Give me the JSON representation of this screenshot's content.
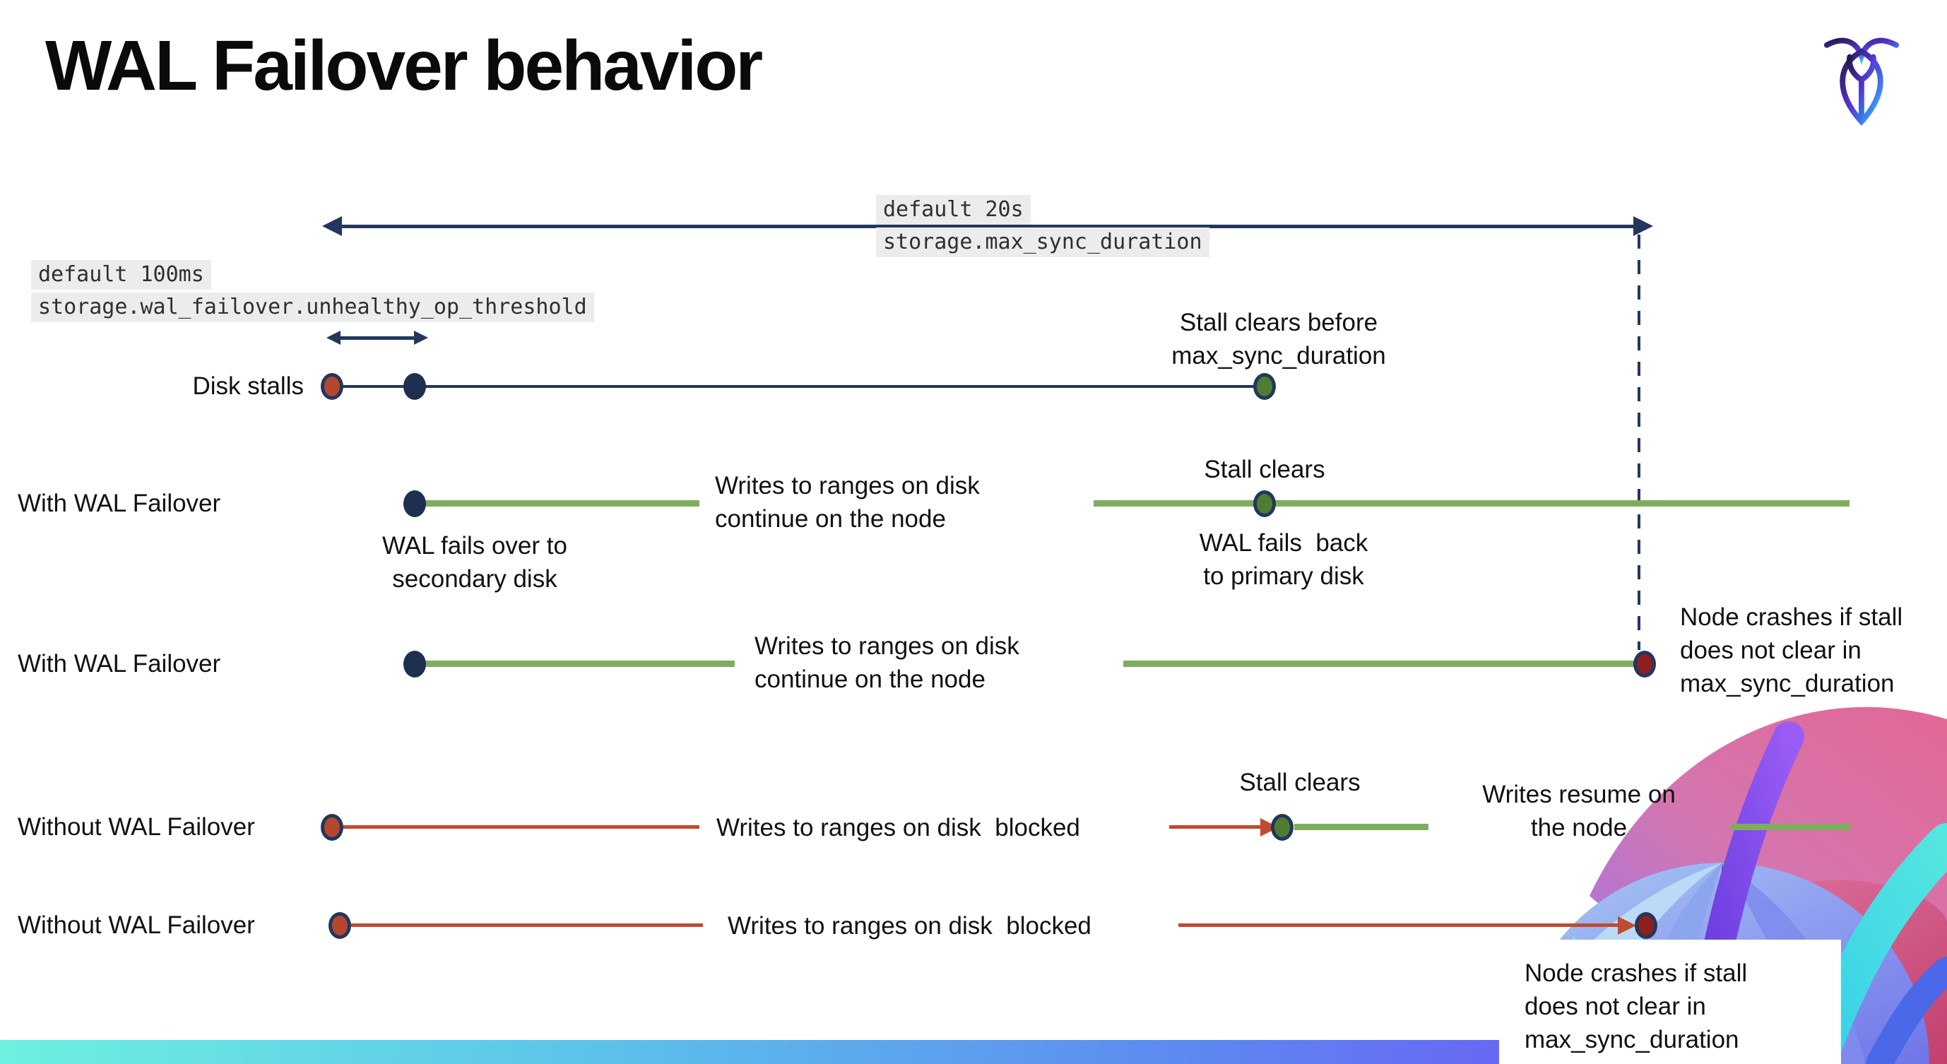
{
  "title": "WAL Failover behavior",
  "logo_name": "cockroachdb-mark",
  "settings": {
    "max_sync": {
      "default_label": "default 20s",
      "setting_name": "storage.max_sync_duration"
    },
    "threshold": {
      "default_label": "default 100ms",
      "setting_name": "storage.wal_failover.unhealthy_op_threshold"
    }
  },
  "rows": {
    "disk_stalls": {
      "label": "Disk stalls",
      "stall_clears_note": "Stall clears before\nmax_sync_duration"
    },
    "with_wal_1": {
      "label": "With WAL Failover",
      "failover_note": "WAL fails over to\nsecondary disk",
      "writes_note": "Writes to ranges on disk\ncontinue on the node",
      "stall_clears": "Stall clears",
      "failback_note": "WAL fails  back\nto primary disk"
    },
    "with_wal_2": {
      "label": "With WAL Failover",
      "writes_note": "Writes to ranges on disk\ncontinue on the node",
      "crash_note": "Node crashes if stall\ndoes not clear in\nmax_sync_duration"
    },
    "without_wal_1": {
      "label": "Without WAL Failover",
      "blocked_note": "Writes to ranges on disk  blocked",
      "stall_clears": "Stall clears",
      "resume_note": "Writes resume on\nthe node"
    },
    "without_wal_2": {
      "label": "Without WAL Failover",
      "blocked_note": "Writes to ranges on disk  blocked",
      "crash_note": "Node crashes if stall\ndoes not clear in\nmax_sync_duration"
    }
  },
  "colors": {
    "navy": "#23375c",
    "green_line": "#7fad5e",
    "green_dot": "#4f7c33",
    "red_line": "#c14b2f",
    "red_dot": "#b5472e",
    "dark_red_dot": "#8e1f1f",
    "navy_dot": "#1e2f4f",
    "code_bg": "#ececec",
    "bar_gradient": [
      "#6ef0e0",
      "#5cc3ea",
      "#5d87f0",
      "#6e59f7",
      "#7b4ff5"
    ]
  }
}
